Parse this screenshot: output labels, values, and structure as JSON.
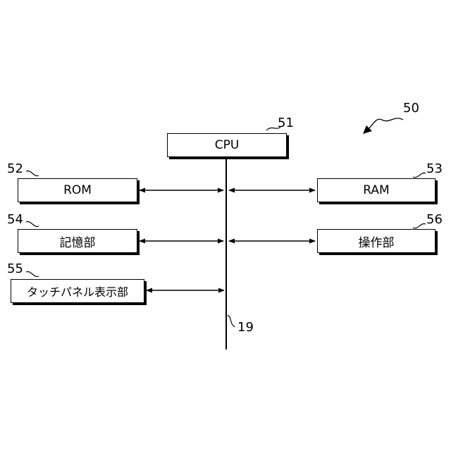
{
  "diagram": {
    "system_ref": "50",
    "bus_ref": "19",
    "blocks": {
      "cpu": {
        "label": "CPU",
        "ref": "51"
      },
      "rom": {
        "label": "ROM",
        "ref": "52"
      },
      "ram": {
        "label": "RAM",
        "ref": "53"
      },
      "storage": {
        "label": "記憶部",
        "ref": "54"
      },
      "touch_panel": {
        "label": "タッチパネル表示部",
        "ref": "55"
      },
      "operation": {
        "label": "操作部",
        "ref": "56"
      }
    }
  }
}
